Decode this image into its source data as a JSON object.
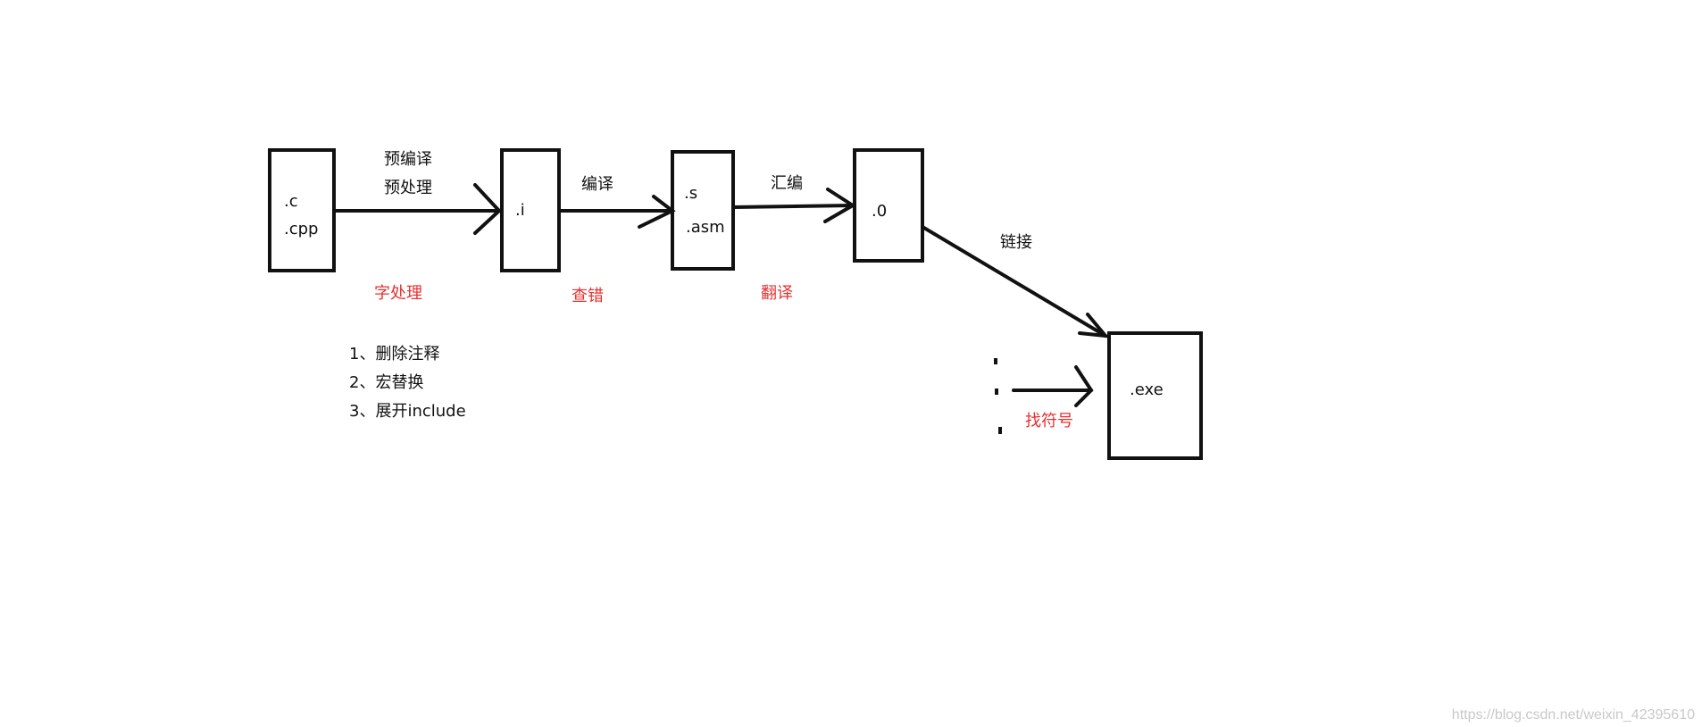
{
  "boxes": {
    "source": {
      "lines": [
        ".c",
        ".cpp"
      ]
    },
    "preprocessed": {
      "lines": [
        ".i"
      ]
    },
    "assembly": {
      "lines": [
        ".s",
        ".asm"
      ]
    },
    "object": {
      "lines": [
        ".0"
      ]
    },
    "executable": {
      "lines": [
        ".exe"
      ]
    }
  },
  "edges": {
    "preprocess": {
      "label_top": "预编译",
      "label_bottom": "预处理",
      "note": "字处理"
    },
    "compile": {
      "label": "编译",
      "note": "查错"
    },
    "assemble": {
      "label": "汇编",
      "note": "翻译"
    },
    "link": {
      "label": "链接"
    },
    "symbols": {
      "note": "找符号"
    }
  },
  "preprocess_steps": [
    "1、删除注释",
    "2、宏替换",
    "3、展开include"
  ],
  "watermark": "https://blog.csdn.net/weixin_42395610",
  "colors": {
    "line": "#111111",
    "note": "#e8302f",
    "background": "#ffffff",
    "watermark": "#c9c9c9"
  }
}
